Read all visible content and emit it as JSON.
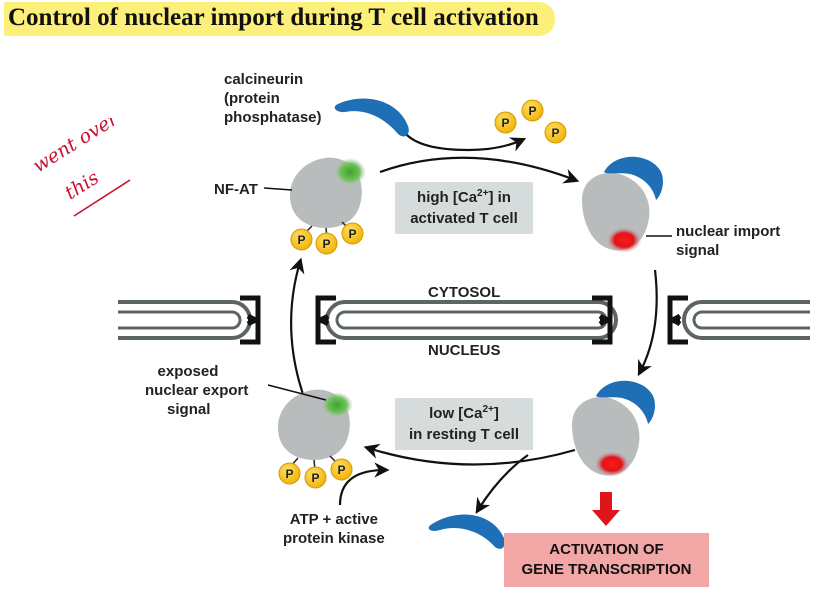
{
  "title": "Control of nuclear import during T cell activation",
  "handwritten_note": [
    "went over",
    "this"
  ],
  "labels": {
    "calcineurin": [
      "calcineurin",
      "(protein",
      "phosphatase)"
    ],
    "nfat": "NF-AT",
    "nuclear_import_signal": [
      "nuclear import",
      "signal"
    ],
    "cytosol": "CYTOSOL",
    "nucleus": "NUCLEUS",
    "nuclear_export_signal": [
      "exposed",
      "nuclear export",
      "signal"
    ],
    "atp_kinase": [
      "ATP + active",
      "protein kinase"
    ]
  },
  "boxes": {
    "high_ca": {
      "line1_pre": "high [Ca",
      "sup": "2+",
      "line1_post": "] in",
      "line2": "activated T cell"
    },
    "low_ca": {
      "line1_pre": "low [Ca",
      "sup": "2+",
      "line1_post": "]",
      "line2": "in resting T cell"
    }
  },
  "activation": [
    "ACTIVATION OF",
    "GENE TRANSCRIPTION"
  ],
  "phosphate": "P",
  "colors": {
    "title_highlight": "#fdf07a",
    "protein_gray": "#b9bcbd",
    "calcineurin_blue": "#1f6fb6",
    "phosphate_yellow": "#f2b60c",
    "export_signal_green": "#4dab3c",
    "import_signal_red": "#e0141a",
    "membrane_gray": "#5d6467",
    "box_gray": "#d6dcdb",
    "activation_box": "#f3a6a6",
    "note_red": "#c8102e"
  }
}
